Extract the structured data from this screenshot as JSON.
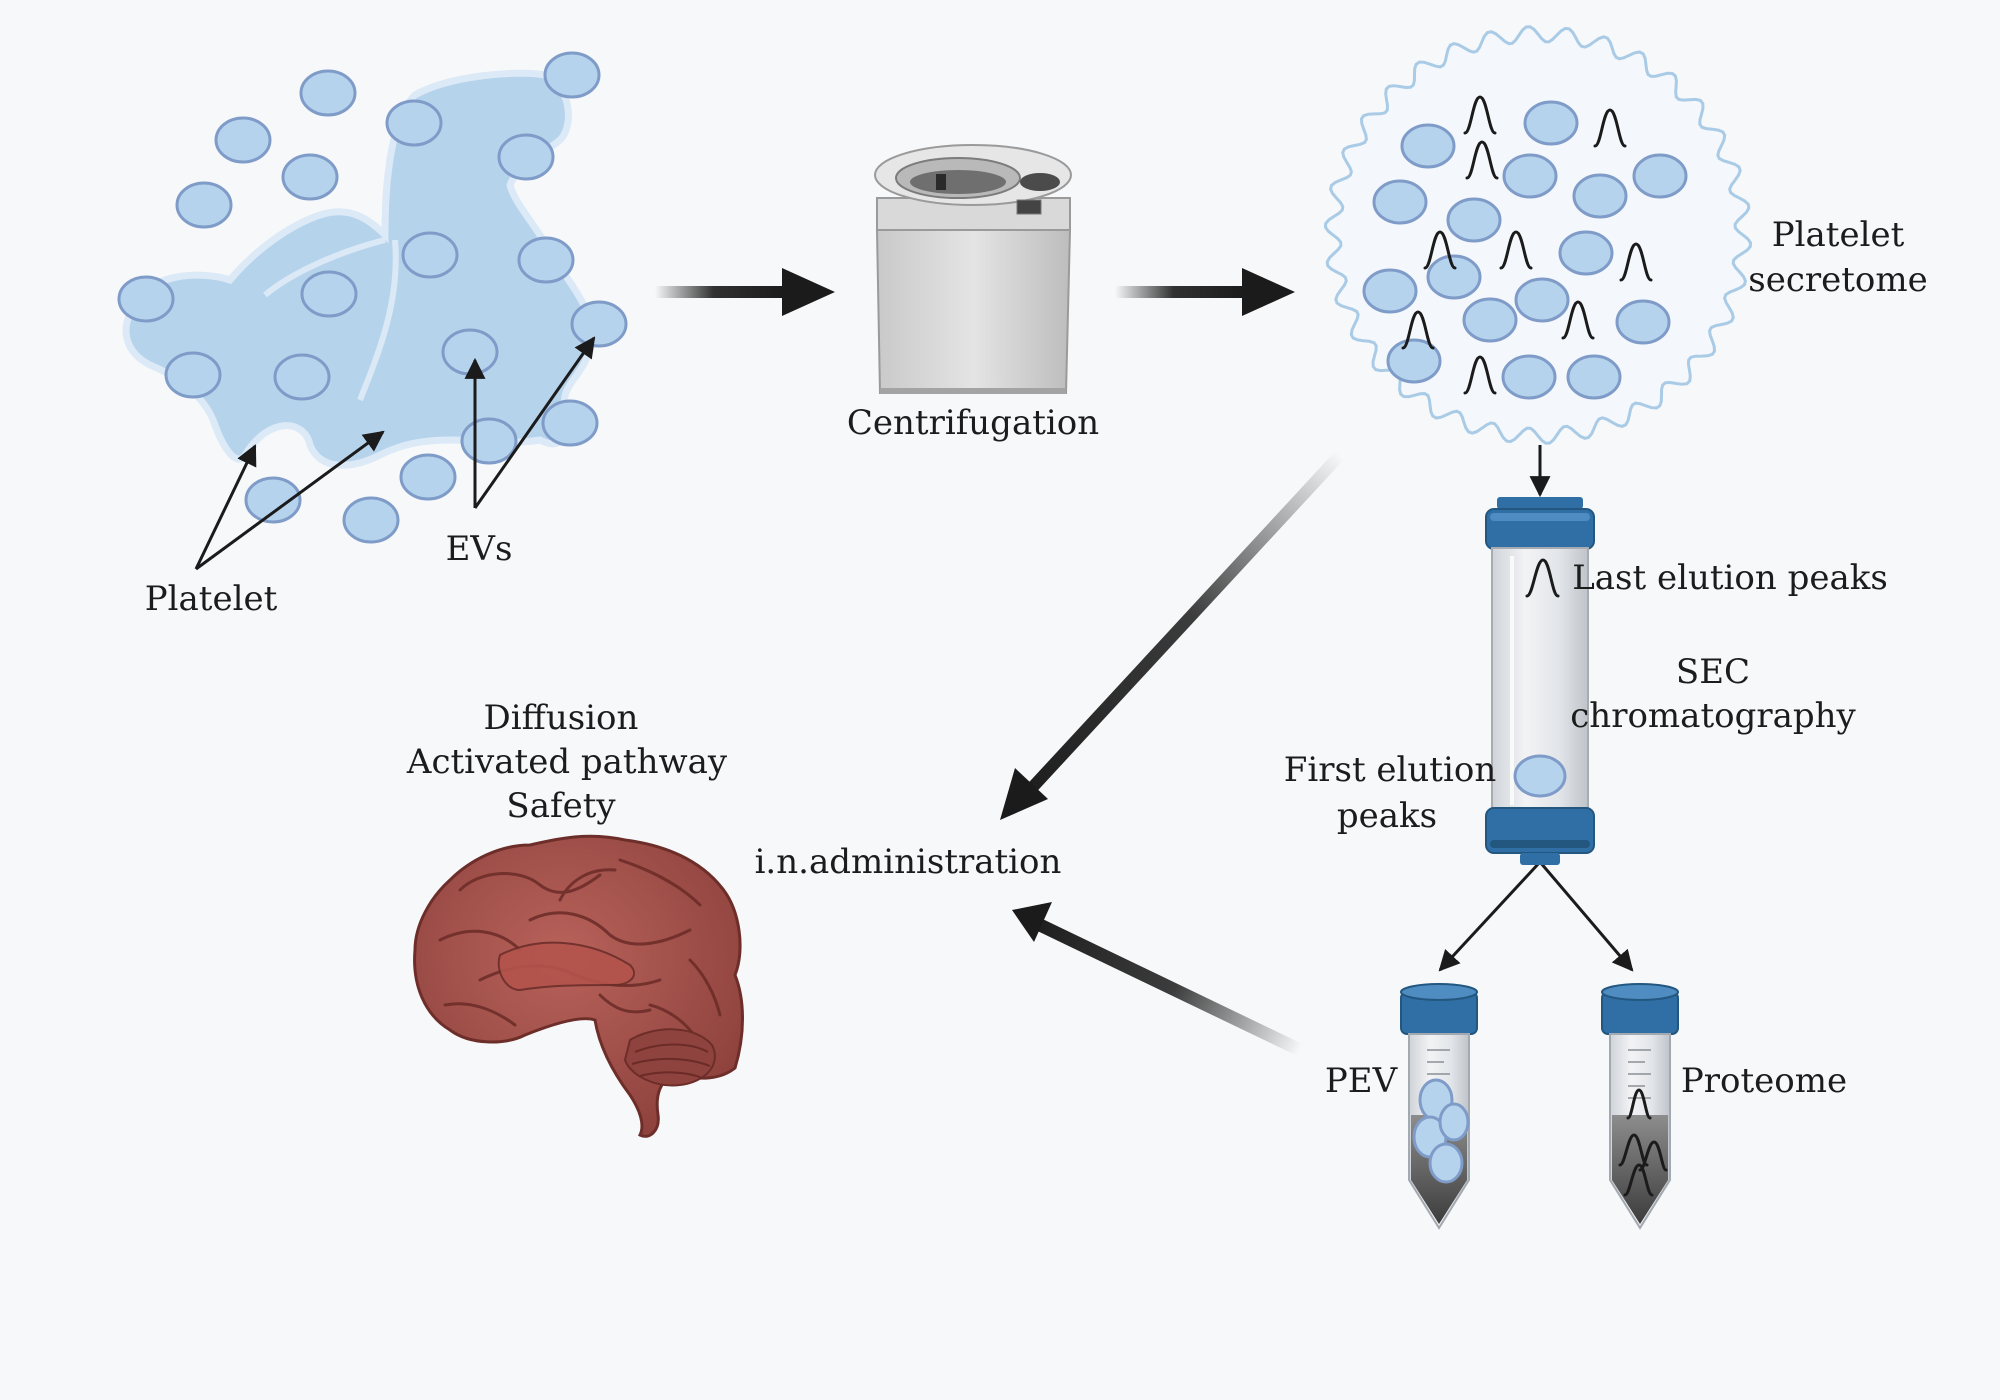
{
  "labels": {
    "platelet": "Platelet",
    "evs": "EVs",
    "centrifugation": "Centrifugation",
    "platelet_secretome_line1": "Platelet",
    "platelet_secretome_line2": "secretome",
    "last_elution_peaks": "Last elution peaks",
    "sec_line1": "SEC",
    "sec_line2": "chromatography",
    "first_elution_line1": "First elution",
    "first_elution_line2": "peaks",
    "in_administration": "i.n.administration",
    "diffusion": "Diffusion",
    "activated_pathway": "Activated pathway",
    "safety": "Safety",
    "pev": "PEV",
    "proteome": "Proteome"
  },
  "icons": {
    "platelet": "platelet-cell-icon",
    "ev": "vesicle-icon",
    "centrifuge": "centrifuge-icon",
    "secretome": "secretome-drop-icon",
    "column": "chromatography-column-icon",
    "tube": "falcon-tube-icon",
    "brain": "brain-icon",
    "protein": "protein-strand-icon"
  },
  "colors": {
    "vesicle_fill": "#b6d3ee",
    "vesicle_stroke": "#7f9cc8",
    "platelet_fill": "#b4d2ec",
    "column_cap": "#2f6fa6",
    "brain": "#9c4c47",
    "arrow": "#1b1b1b"
  }
}
